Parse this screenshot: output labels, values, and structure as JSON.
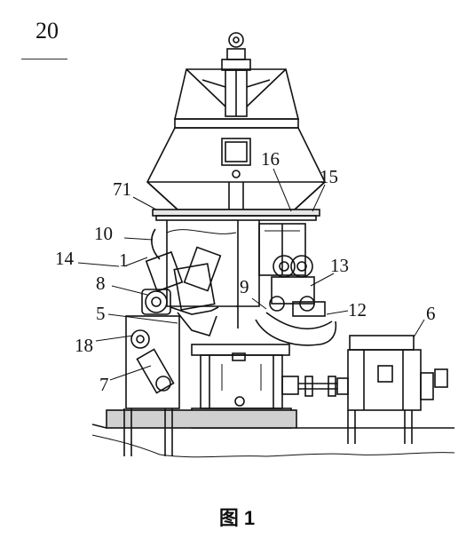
{
  "figure_number": "20",
  "caption": "图 1",
  "labels": {
    "l71": "71",
    "l10": "10",
    "l14": "14",
    "l1": "1",
    "l8": "8",
    "l5": "5",
    "l18": "18",
    "l7": "7",
    "l16": "16",
    "l15": "15",
    "l13": "13",
    "l9": "9",
    "l12": "12",
    "l6": "6"
  }
}
